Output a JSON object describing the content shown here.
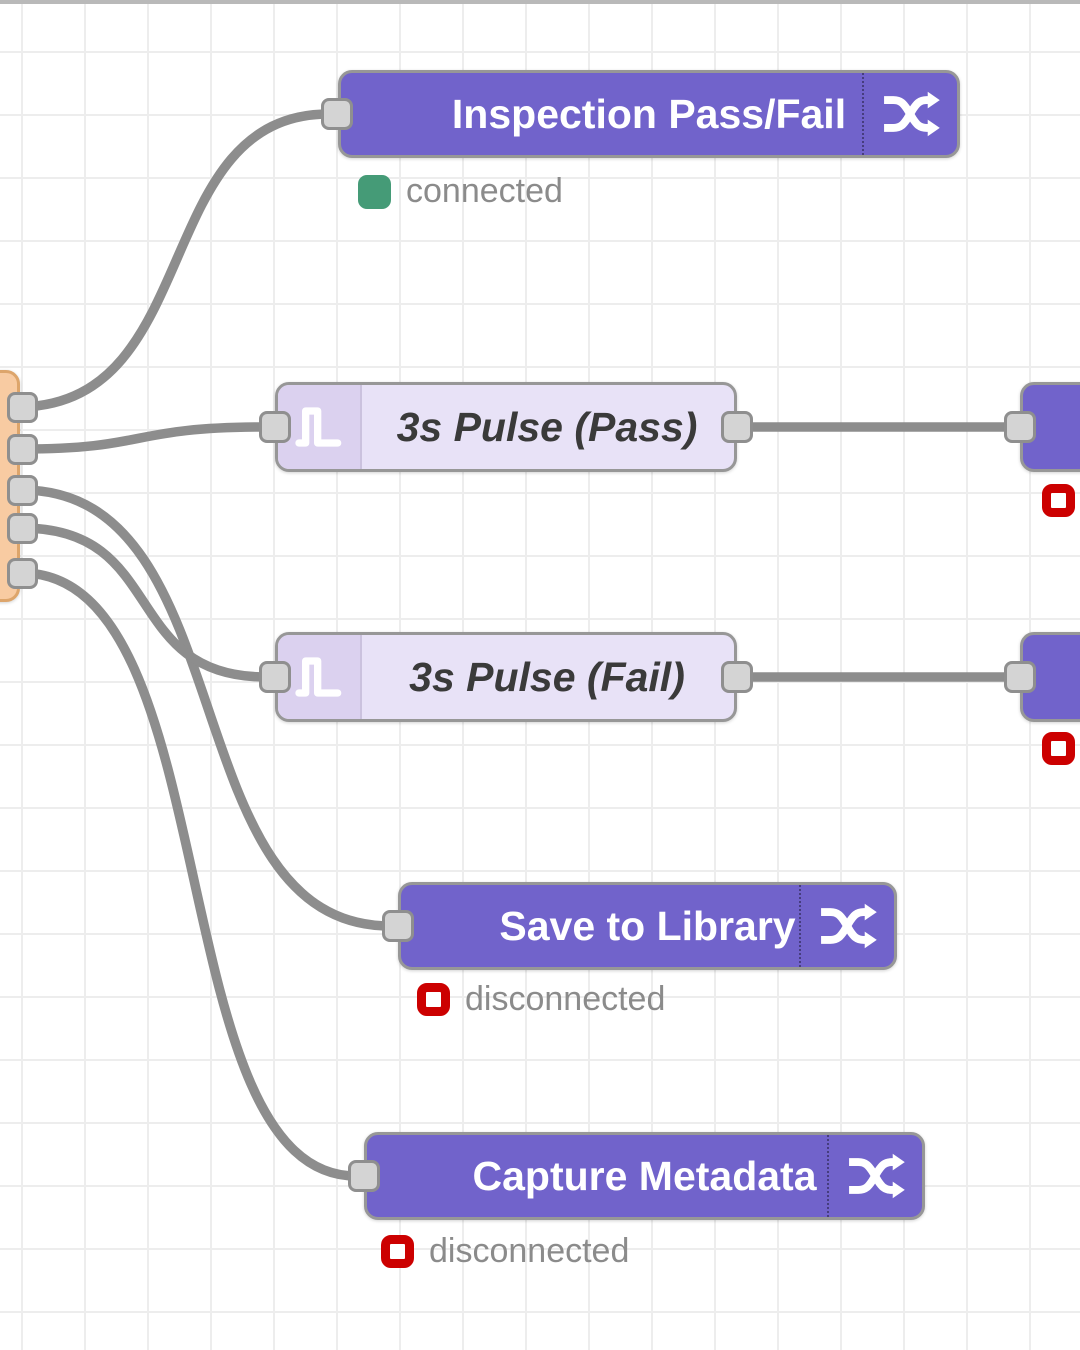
{
  "workspace": {
    "background": "#ffffff",
    "grid_line_color": "#ededed",
    "top_edge_color": "#b9b9b9",
    "wire_color": "#8d8d8d"
  },
  "palette": {
    "link_node_fill": "#7163cb",
    "trigger_node_fill": "#e8e2f7",
    "trigger_icon_bg": "#dbd1ef",
    "source_node_fill": "#f8cba2",
    "node_border": "#979797",
    "port_fill": "#d4d4d4",
    "port_border": "#8f8f8f",
    "status_text_color": "#8b8b8b",
    "status_connected_color": "#459b77",
    "status_disconnected_color": "#cc0000",
    "label_light": "#ffffff",
    "label_dark": "#3a3a3a"
  },
  "icons": {
    "shuffle": "crossing-arrows-shuffle",
    "pulse": "square-pulse-wave",
    "connected": "green-rounded-square",
    "disconnected": "red-rounded-ring"
  },
  "nodes": {
    "inspection": {
      "label": "Inspection Pass/Fail",
      "icon": "shuffle",
      "status": {
        "state": "connected",
        "text": "connected"
      }
    },
    "pulse_pass": {
      "label": "3s Pulse (Pass)",
      "icon": "pulse"
    },
    "pulse_fail": {
      "label": "3s Pulse (Fail)",
      "icon": "pulse"
    },
    "save": {
      "label": "Save to Library",
      "icon": "shuffle",
      "status": {
        "state": "disconnected",
        "text": "disconnected"
      }
    },
    "capture": {
      "label": "Capture Metadata",
      "icon": "shuffle",
      "status": {
        "state": "disconnected",
        "text": "disconnected"
      }
    }
  },
  "partial_nodes": {
    "left_source": {
      "output_ports": 5
    },
    "right_a": {
      "status_state": "disconnected"
    },
    "right_b": {
      "status_state": "disconnected"
    }
  },
  "wires": {
    "count": 7
  }
}
